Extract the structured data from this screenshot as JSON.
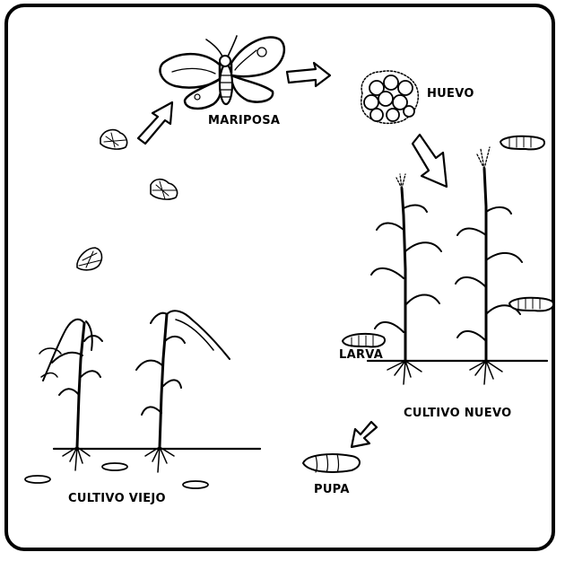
{
  "diagram": {
    "labels": {
      "mariposa": "MARIPOSA",
      "huevo": "HUEVO",
      "larva": "LARVA",
      "cultivo_nuevo": "CULTIVO NUEVO",
      "pupa": "PUPA",
      "cultivo_viejo": "CULTIVO VIEJO"
    },
    "stroke_color": "#000000",
    "fill_color": "#ffffff",
    "icons": [
      "butterfly-icon",
      "egg-cluster-icon",
      "larva-icon",
      "pupa-icon",
      "corn-plant-icon",
      "dead-corn-plant-icon",
      "arrow-icon",
      "moth-icon"
    ]
  }
}
